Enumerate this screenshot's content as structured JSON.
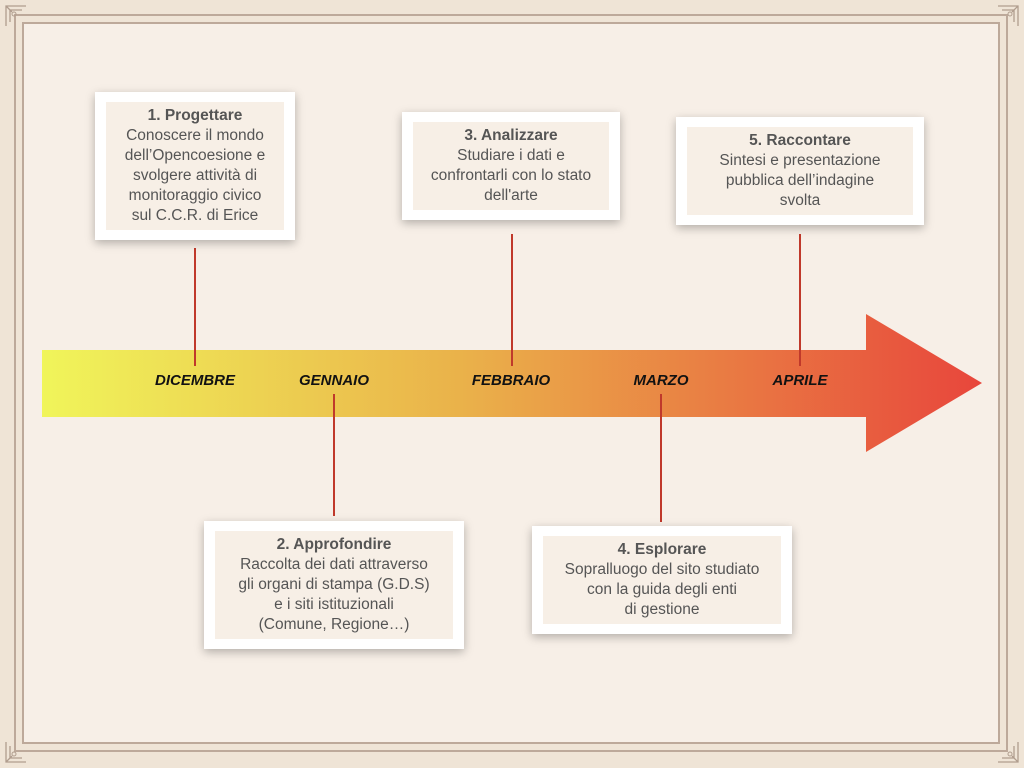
{
  "colors": {
    "background": "#f7efe7",
    "frame": "#bda99a",
    "arrow_start": "#f0f55a",
    "arrow_mid": "#eab14a",
    "arrow_end": "#e8463c",
    "connector": "#c0392b",
    "card_title": "#555555",
    "card_text": "#555555"
  },
  "months": [
    "DICEMBRE",
    "GENNAIO",
    "FEBBRAIO",
    "MARZO",
    "APRILE"
  ],
  "steps": [
    {
      "title": "1. Progettare",
      "text": "Conoscere il mondo\ndell’Opencoesione e\nsvolgere attività di\nmonitoraggio civico\nsul C.C.R. di Erice"
    },
    {
      "title": "2. Approfondire",
      "text": "Raccolta dei dati attraverso\ngli organi di stampa (G.D.S)\ne i siti istituzionali\n(Comune, Regione…)"
    },
    {
      "title": "3. Analizzare",
      "text": "Studiare i dati e\nconfrontarli con lo stato\ndell'arte"
    },
    {
      "title": "4. Esplorare",
      "text": "Sopralluogo del sito studiato\ncon la guida degli enti\ndi gestione"
    },
    {
      "title": "5. Raccontare",
      "text": "Sintesi e presentazione\npubblica dell’indagine\nsvolta"
    }
  ]
}
